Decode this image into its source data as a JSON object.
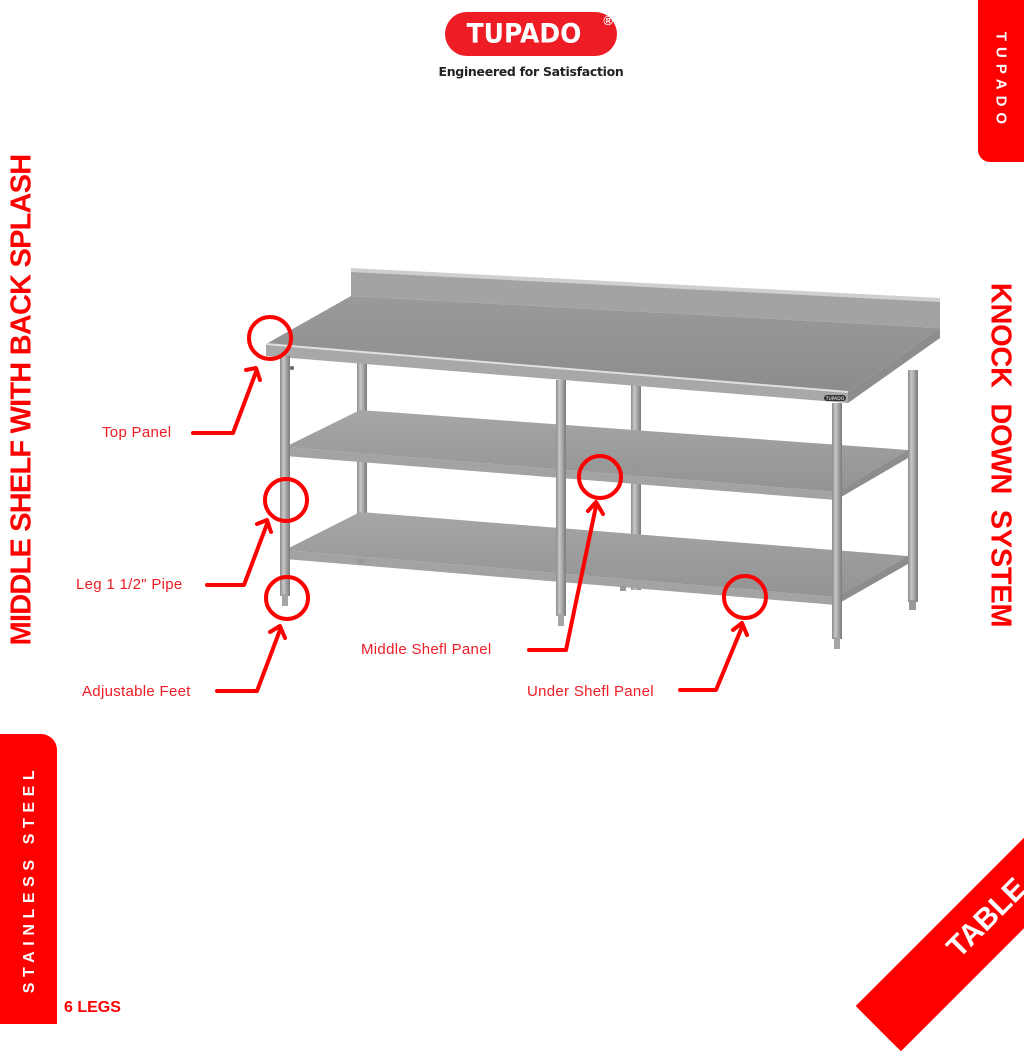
{
  "brand": {
    "logo_text": "TUPADO",
    "registered_mark": "®",
    "tagline": "Engineered for Satisfaction",
    "accent_color": "#ff0000",
    "logo_color": "#ee1c25"
  },
  "side_tabs": {
    "top_right": "TUPADO",
    "bottom_left": "STAINLESS STEEL"
  },
  "headlines": {
    "left_vertical": "MIDDLE SHELF WITH BACK SPLASH",
    "right_vertical": "KNOCK DOWN SYSTEM"
  },
  "corner_ribbon": "TABLE",
  "legs_label": "6 LEGS",
  "product_badge": "TUPADO",
  "callouts": [
    {
      "id": "top-panel",
      "label": "Top Panel"
    },
    {
      "id": "leg-pipe",
      "label": "Leg 1 1/2\" Pipe"
    },
    {
      "id": "adjustable-feet",
      "label": "Adjustable Feet"
    },
    {
      "id": "middle-shelf-panel",
      "label": "Middle Shefl Panel"
    },
    {
      "id": "under-shelf-panel",
      "label": "Under Shefl Panel"
    }
  ]
}
